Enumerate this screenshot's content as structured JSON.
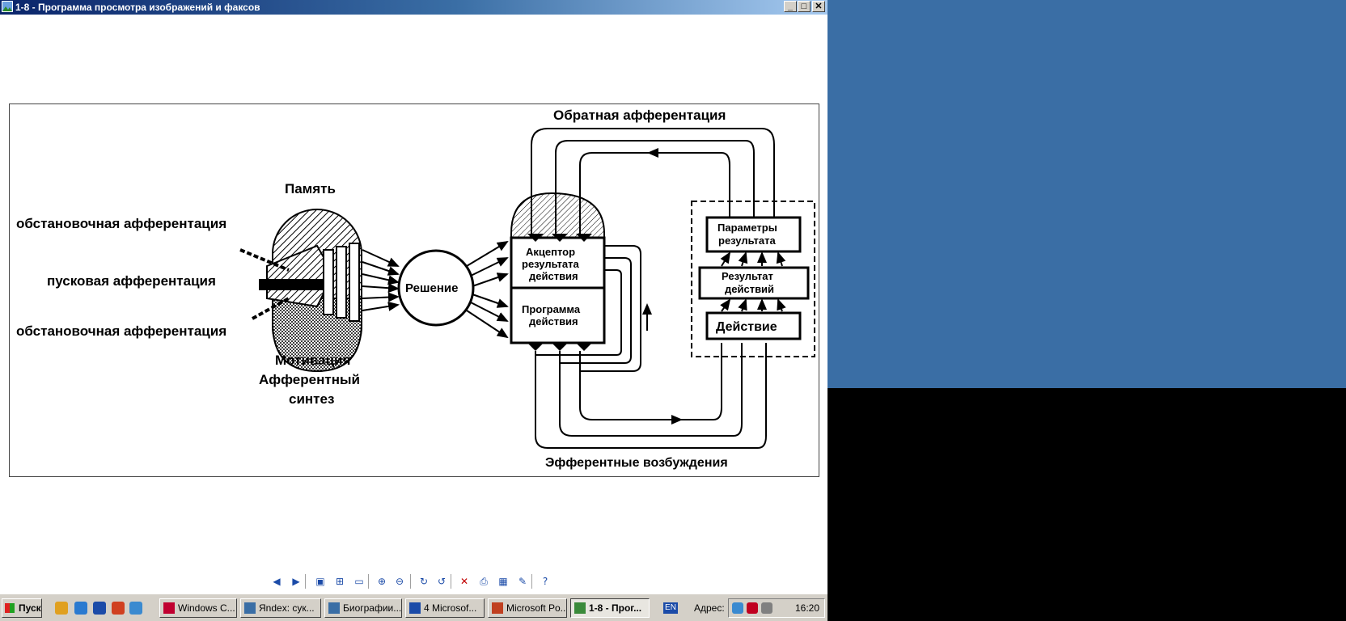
{
  "window": {
    "title": "1-8 - Программа просмотра изображений и факсов",
    "controls": {
      "minimize": "_",
      "maximize": "□",
      "close": "✕"
    }
  },
  "diagram": {
    "labels": {
      "memory": "Память",
      "situational_top": "обстановочная  афферентация",
      "trigger": "пусковая  афферентация",
      "situational_bottom": "обстановочная  афферентация",
      "motivation": "Мотивация",
      "afferent_synthesis_1": "Афферентный",
      "afferent_synthesis_2": "синтез",
      "decision": "Решение",
      "acceptor_1": "Акцептор",
      "acceptor_2": "результата",
      "acceptor_3": "действия",
      "program_1": "Программа",
      "program_2": "действия",
      "feedback": "Обратная  афферентация",
      "efferent": "Эфферентные возбуждения",
      "params_1": "Параметры",
      "params_2": "результата",
      "result_1": "Результат",
      "result_2": "действий",
      "action": "Действие"
    }
  },
  "toolbar": {
    "buttons": [
      {
        "name": "prev-image-icon",
        "glyph": "◀"
      },
      {
        "name": "next-image-icon",
        "glyph": "▶"
      },
      {
        "name": "best-fit-icon",
        "glyph": "▣"
      },
      {
        "name": "actual-size-icon",
        "glyph": "⊞"
      },
      {
        "name": "slideshow-icon",
        "glyph": "▭"
      },
      {
        "name": "zoom-in-icon",
        "glyph": "⊕"
      },
      {
        "name": "zoom-out-icon",
        "glyph": "⊖"
      },
      {
        "name": "rotate-clockwise-icon",
        "glyph": "↻"
      },
      {
        "name": "rotate-counterclockwise-icon",
        "glyph": "↺"
      },
      {
        "name": "delete-icon",
        "glyph": "✕"
      },
      {
        "name": "print-icon",
        "glyph": "⎙"
      },
      {
        "name": "save-icon",
        "glyph": "▦"
      },
      {
        "name": "edit-icon",
        "glyph": "✎"
      },
      {
        "name": "help-icon",
        "glyph": "?"
      }
    ]
  },
  "taskbar": {
    "start": "Пуск",
    "tasks": [
      {
        "label": "Windows C...",
        "color": "#c00030"
      },
      {
        "label": "Яndex: сук...",
        "color": "#3a6ea5"
      },
      {
        "label": "Биографии...",
        "color": "#3a6ea5"
      },
      {
        "label": "4 Microsof...",
        "color": "#1b4ba8"
      },
      {
        "label": "Microsoft Po...",
        "color": "#c04020"
      },
      {
        "label": "1-8 - Прог...",
        "color": "#3a8a3a",
        "active": true
      }
    ],
    "lang": "EN",
    "address": "Адрес:",
    "clock": "16:20"
  },
  "colors": {
    "desktop": "#3a6ea5",
    "title_start": "#0a246a"
  }
}
